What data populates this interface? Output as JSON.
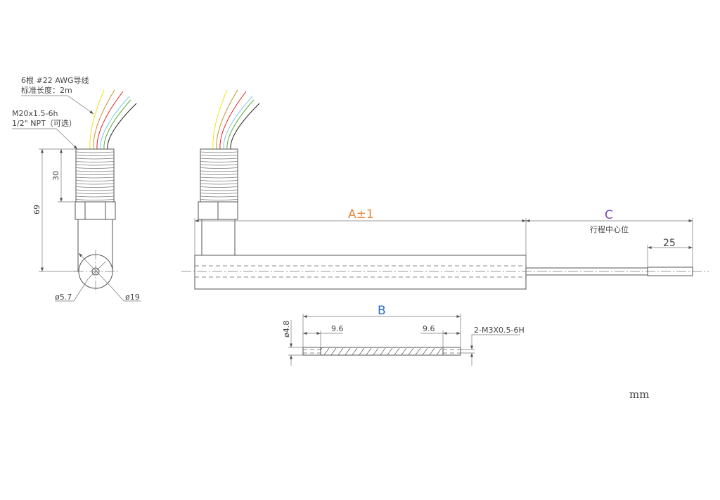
{
  "left_view": {
    "wire_note_line1": "6根 #22 AWG导线",
    "wire_note_line2": "标准长度：2m",
    "thread_note_line1": "M20x1.5-6h",
    "thread_note_line2": "1/2\" NPT（可选）",
    "dim_total": "69",
    "dim_thread": "30",
    "dim_small_dia": "ø5.7",
    "dim_big_dia": "ø19"
  },
  "main_view": {
    "dim_a": "A±1",
    "dim_c": "C",
    "dim_c_note": "行程中心位",
    "dim_end": "25"
  },
  "rod_view": {
    "dim_b": "B",
    "dim_dia": "ø4.8",
    "dim_left": "9.6",
    "dim_right": "9.6",
    "thread_note": "2-M3X0.5-6H"
  },
  "unit": "mm",
  "colors": {
    "dim_a": "#e8883a",
    "dim_c": "#7b4aa8",
    "dim_b": "#2a6fc0",
    "wires": [
      "#f2e21a",
      "#c8902a",
      "#e02020",
      "#7fc8e8",
      "#5ab030",
      "#222222"
    ]
  }
}
